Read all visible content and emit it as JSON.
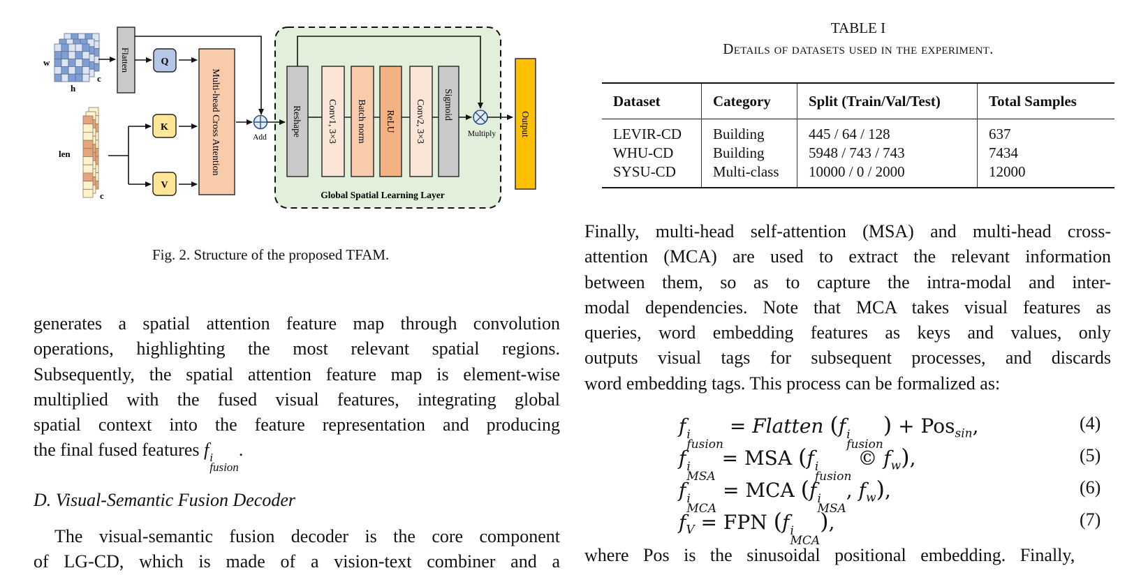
{
  "figure": {
    "input_visual_labels": {
      "w": "w",
      "h": "h",
      "c": "c"
    },
    "input_text_labels": {
      "len": "len",
      "c": "c"
    },
    "flatten": "Flatten",
    "q": "Q",
    "k": "K",
    "v": "V",
    "mca": "Multi-head Cross Attention",
    "add": "Add",
    "reshape": "Reshape",
    "conv1": "Conv1, 3×3",
    "batch_norm": "Batch norm",
    "relu": "ReLU",
    "conv2": "Conv2, 3×3",
    "sigmoid": "Sigmoid",
    "multiply": "Multiply",
    "output": "Output",
    "gsl_label": "Global Spatial Learning Layer",
    "caption": "Fig. 2.  Structure of the proposed TFAM.",
    "colors": {
      "grid_dark": "#7F9FD4",
      "grid_light": "#DDE5F4",
      "gray_box": "#C9C9C9",
      "q_box": "#B4C7E7",
      "kv_box": "#FFE699",
      "mca_box": "#F8CBAD",
      "conv_box": "#FBE5D6",
      "bn_box": "#F8CBAD",
      "relu_box": "#F4B183",
      "gsl_bg": "#E2EFDA",
      "output_box": "#FFC000",
      "word_light": "#FFF2CC",
      "word_dark": "#E5A47C",
      "op_circle": "#DEEBF7"
    }
  },
  "left_column": {
    "paragraph_lines": [
      "generates a spatial attention feature map through convolution",
      "operations, highlighting the most relevant spatial regions.",
      "Subsequently, the spatial attention feature map is element-wise",
      "multiplied with the fused visual features, integrating global",
      "spatial context into the feature representation and producing"
    ],
    "last_line_prefix": "the final fused features ",
    "last_line_symbol": {
      "base": "f",
      "sup": "i",
      "sub": "fusion"
    },
    "last_line_suffix": ".",
    "section_heading": "D. Visual-Semantic Fusion Decoder",
    "next_paragraph_lines": [
      "The visual-semantic fusion decoder is the core component",
      "of LG-CD, which is made of a vision-text combiner and a"
    ]
  },
  "table": {
    "title": "TABLE I",
    "subtitle": "Details of datasets used in the experiment.",
    "columns": [
      "Dataset",
      "Category",
      "Split (Train/Val/Test)",
      "Total Samples"
    ],
    "rows": [
      [
        "LEVIR-CD",
        "Building",
        "445 / 64 / 128",
        "637"
      ],
      [
        "WHU-CD",
        "Building",
        "5948 / 743 / 743",
        "7434"
      ],
      [
        "SYSU-CD",
        "Multi-class",
        "10000 / 0 / 2000",
        "12000"
      ]
    ]
  },
  "right_column": {
    "paragraph_lines": [
      "Finally, multi-head self-attention (MSA) and multi-head cross-",
      "attention (MCA) are used to extract the relevant information",
      "between them, so as to capture the intra-modal and inter-",
      "modal dependencies. Note that MCA takes visual features as",
      "queries, word embedding features as keys and values, only",
      "outputs visual tags for subsequent processes, and discards",
      "word embedding tags. This process can be formalized as:"
    ],
    "equations": [
      {
        "number": "(4)",
        "lhs_sub": "fusion",
        "op": "Flatten",
        "arg_sub": "fusion",
        "extra": "+ Pos",
        "extra_sub": "sin",
        "tail": ","
      },
      {
        "number": "(5)",
        "lhs_sub": "MSA",
        "op": "MSA",
        "arg_sub": "fusion",
        "joiner": "©",
        "arg2": "w",
        "tail": ","
      },
      {
        "number": "(6)",
        "lhs_sub": "MCA",
        "op": "MCA",
        "arg_sub": "MSA",
        "joiner": ",",
        "arg2": "w",
        "tail": ","
      },
      {
        "number": "(7)",
        "lhs_sub": "V",
        "op": "FPN",
        "arg_sub": "MCA",
        "tail": ","
      }
    ],
    "cut_line": "where Pos    is the sinusoidal positional embedding. Finally,"
  }
}
